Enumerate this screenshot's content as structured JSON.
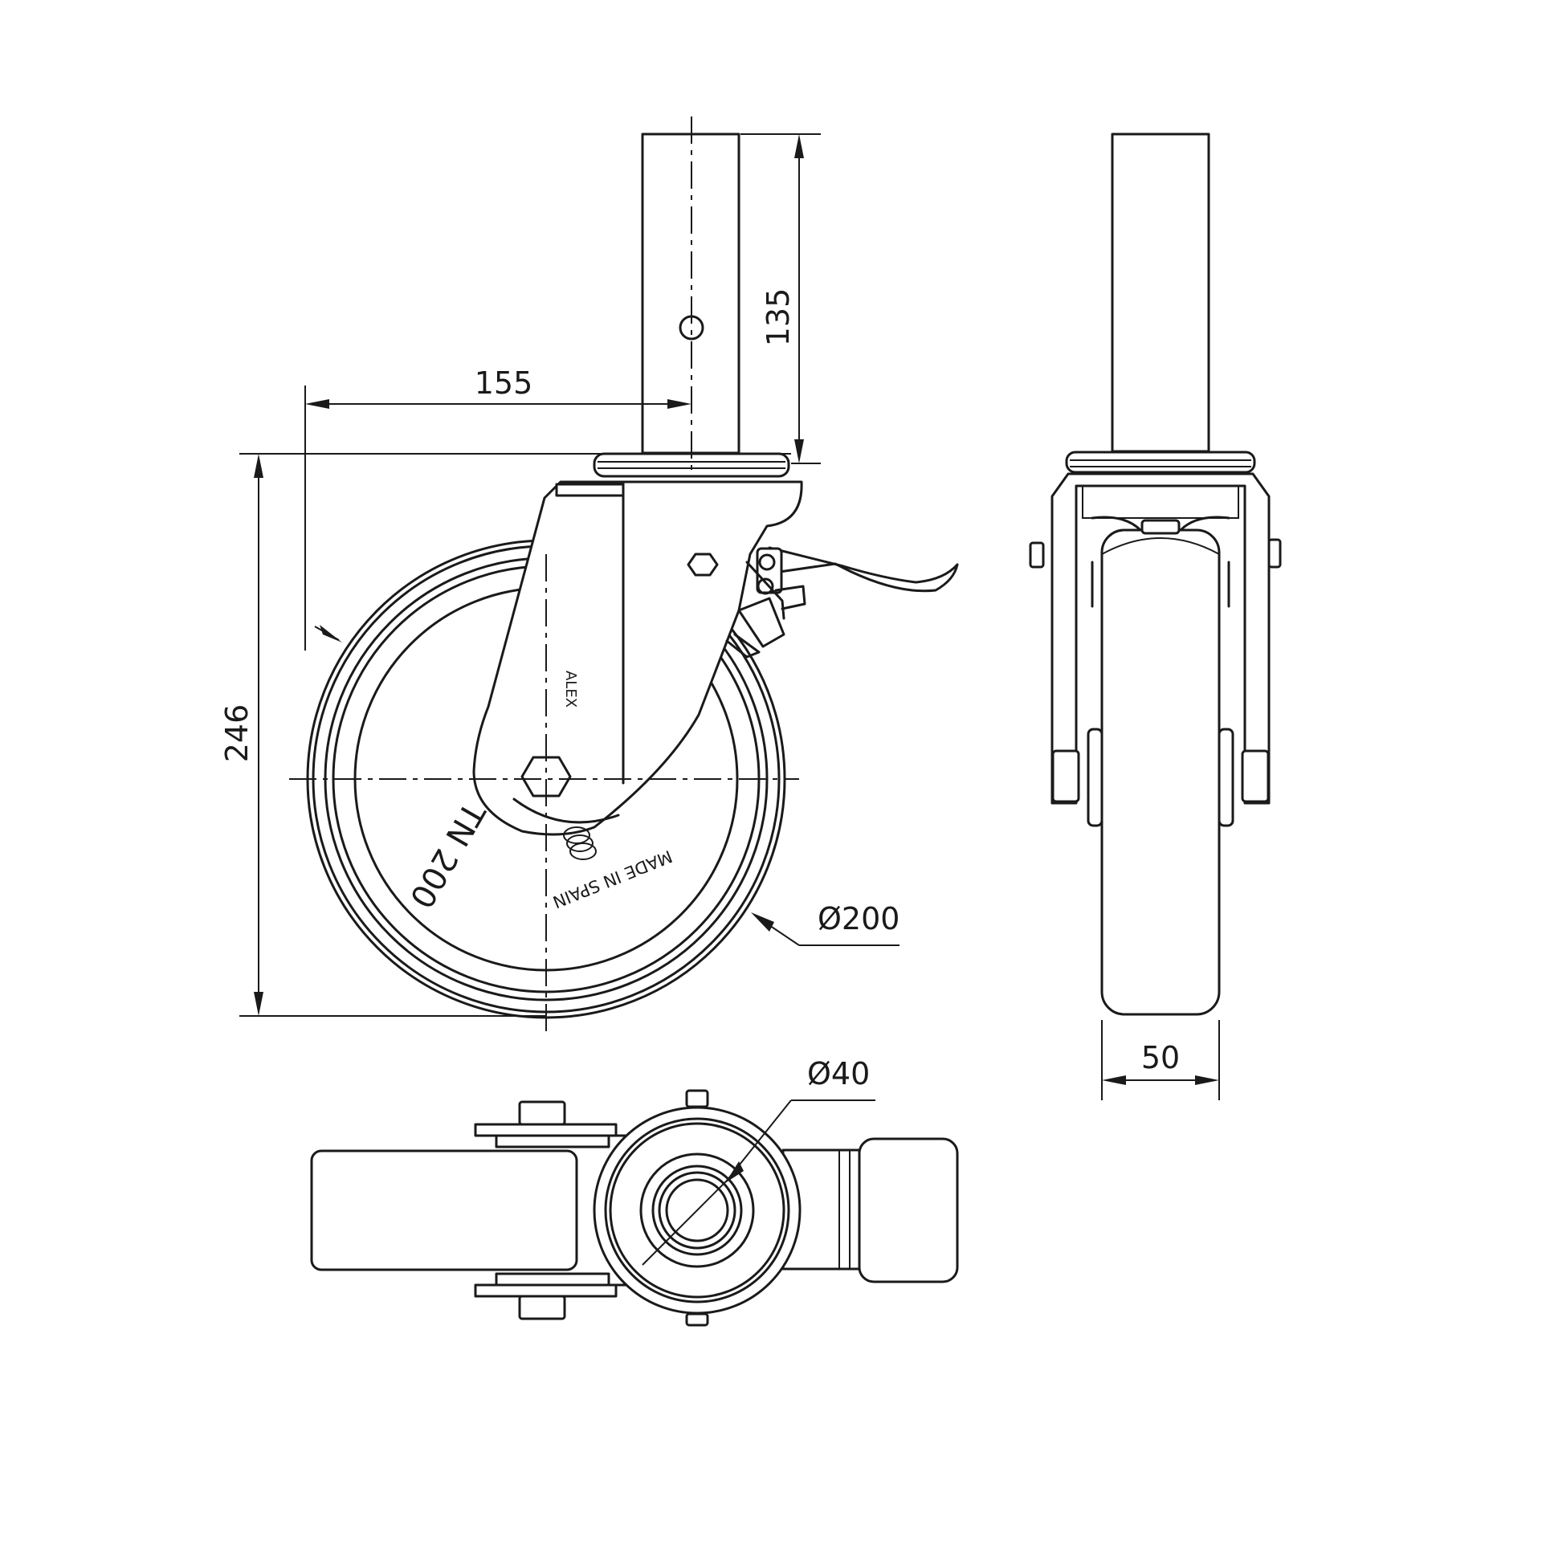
{
  "dimensions": {
    "overall_height": "246",
    "stem_length": "135",
    "swivel_radius": "155",
    "wheel_diameter": "Ø200",
    "stem_diameter": "Ø40",
    "wheel_width": "50"
  },
  "wheel_markings": {
    "model": "TN 200",
    "origin": "MADE IN SPAIN",
    "brand": "ALEX"
  },
  "views": [
    "side-view",
    "front-view",
    "top-view"
  ]
}
